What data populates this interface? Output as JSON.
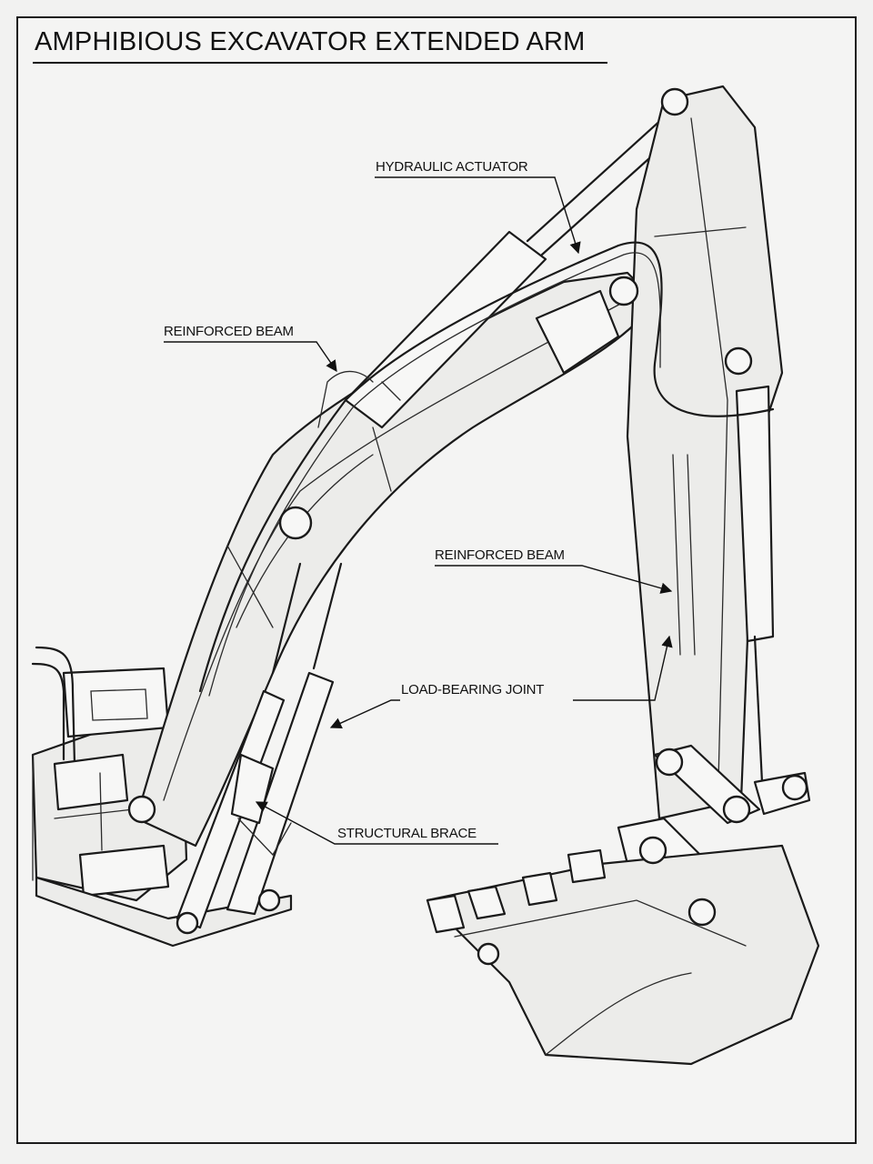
{
  "title": "AMPHIBIOUS EXCAVATOR EXTENDED ARM",
  "callouts": {
    "hydraulic_actuator": "HYDRAULIC ACTUATOR",
    "reinforced_beam_upper": "REINFORCED BEAM",
    "reinforced_beam_lower": "REINFORCED BEAM",
    "load_bearing_joint": "LOAD-BEARING JOINT",
    "structural_brace": "STRUCTURAL BRACE"
  }
}
